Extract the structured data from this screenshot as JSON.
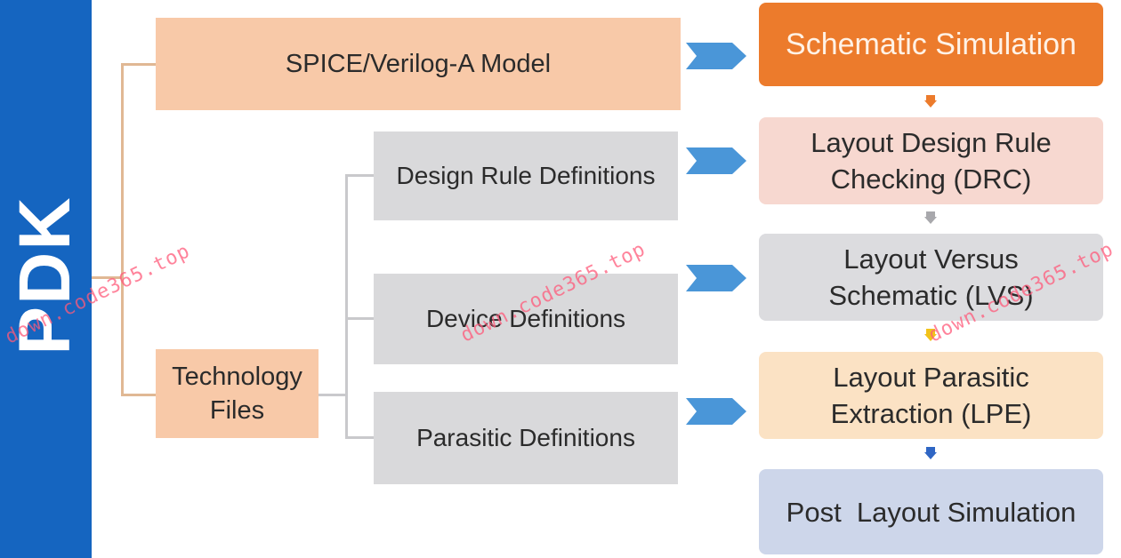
{
  "pdk_label": "PDK",
  "sources": {
    "spice_model": "SPICE/Verilog-A Model",
    "technology_files": "Technology Files",
    "design_rule_definitions": "Design Rule Definitions",
    "device_definitions": "Device Definitions",
    "parasitic_definitions": "Parasitic Definitions"
  },
  "stages": {
    "schematic_simulation": "Schematic Simulation",
    "drc": "Layout Design Rule Checking (DRC)",
    "lvs": "Layout Versus Schematic (LVS)",
    "lpe": "Layout Parasitic Extraction (LPE)",
    "post_layout": "Post  Layout Simulation"
  },
  "watermark": "down.code365.top",
  "colors": {
    "pdk_bar": "#1565c0",
    "salmon": "#f8c9a8",
    "grey": "#d9d9db",
    "arrow_blue": "#4a96d8",
    "orange": "#ec7b2c"
  }
}
